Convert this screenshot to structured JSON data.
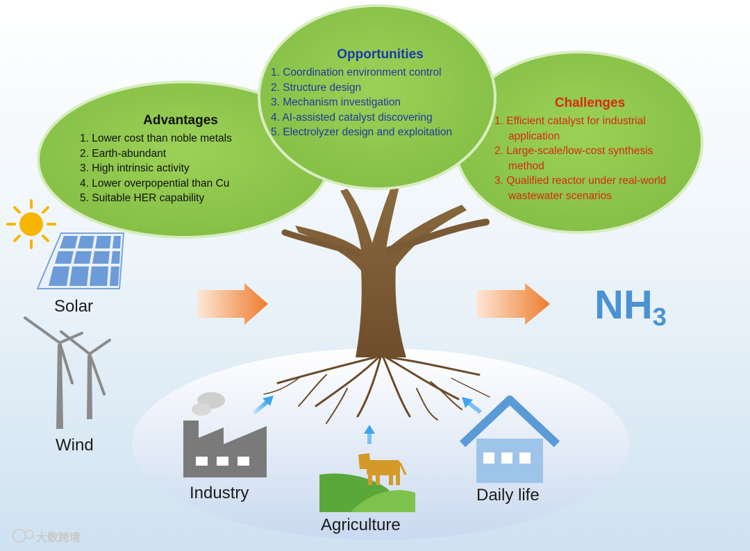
{
  "advantages": {
    "title": "Advantages",
    "items": [
      "1. Lower cost than noble metals",
      "2. Earth-abundant",
      "3. High intrinsic activity",
      "4. Lower overpopential than Cu",
      "5. Suitable HER capability"
    ]
  },
  "opportunities": {
    "title": "Opportunities",
    "items": [
      "1. Coordination environment control",
      "2. Structure design",
      "3. Mechanism investigation",
      "4. AI-assisted catalyst discovering",
      "5. Electrolyzer design and exploitation"
    ]
  },
  "challenges": {
    "title": "Challenges",
    "items": [
      "1. Efficient catalyst for industrial application",
      "2. Large-scale/low-cost synthesis method",
      "3. Qualified reactor under real-world wastewater scenarios"
    ]
  },
  "energy_sources": {
    "solar": "Solar",
    "wind": "Wind"
  },
  "sources": {
    "industry": "Industry",
    "agriculture": "Agriculture",
    "daily_life": "Daily life"
  },
  "product": {
    "formula": "NH",
    "subscript": "3"
  },
  "watermark": "大数跨境",
  "colors": {
    "canopy": "#8cc64a",
    "trunk": "#7a5a36",
    "arrow": "#f08a40",
    "product": "#4a92d3",
    "opportunities_text": "#1a3aa8",
    "challenges_text": "#d52b0f",
    "solar_panel": "#6c9bd8",
    "sun": "#f7b500",
    "house": "#5a9ad6",
    "cow": "#d39a2a"
  },
  "icons": [
    "sun-icon",
    "solar-panel-icon",
    "wind-turbine-icon",
    "factory-icon",
    "cow-icon",
    "house-icon"
  ]
}
